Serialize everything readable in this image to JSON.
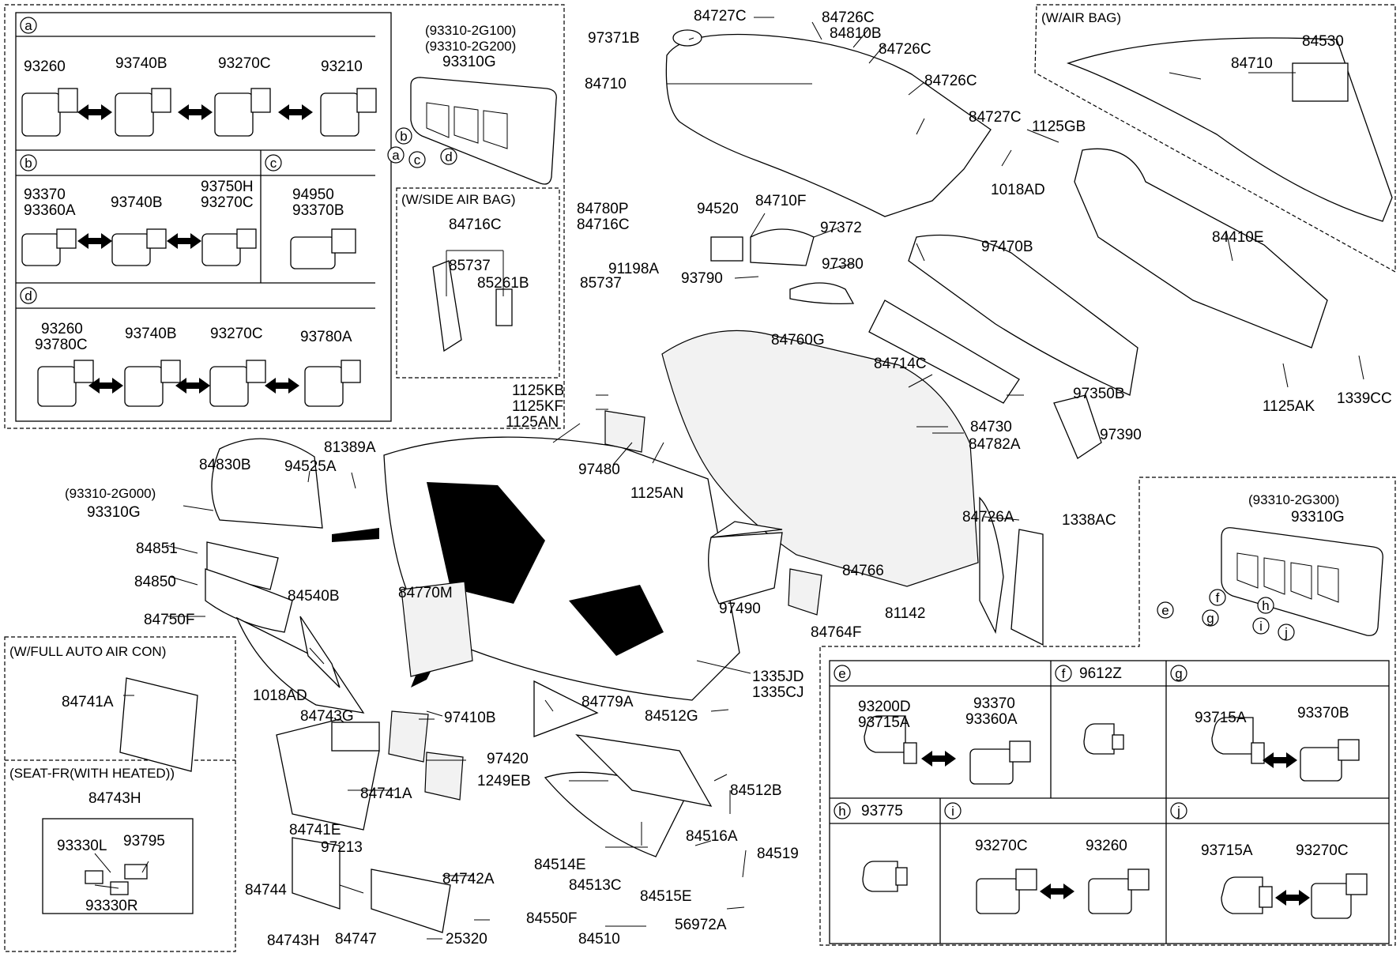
{
  "sections": {
    "a": "a",
    "b": "b",
    "c": "c",
    "d": "d",
    "e": "e",
    "f": "f",
    "g": "g",
    "h": "h",
    "i": "i",
    "j": "j",
    "side_airbag": "(W/SIDE AIR BAG)",
    "air_bag": "(W/AIR BAG)",
    "full_auto": "(W/FULL AUTO AIR CON)",
    "seat_heated": "(SEAT-FR(WITH HEATED))"
  },
  "callouts": [
    "a",
    "b",
    "c",
    "d",
    "e",
    "f",
    "g",
    "h",
    "i",
    "j"
  ],
  "labels": [
    "93260",
    "93740B",
    "93270C",
    "93210",
    "93370",
    "93360A",
    "93740B",
    "93750H",
    "93270C",
    "94950",
    "93370B",
    "93260",
    "93780C",
    "93740B",
    "93270C",
    "93780A",
    "(93310-2G100)",
    "(93310-2G200)",
    "93310G",
    "84716C",
    "85737",
    "85261B",
    "84780P",
    "84716C",
    "85737",
    "91198A",
    "97371B",
    "84710",
    "84727C",
    "84726C",
    "84810B",
    "84726C",
    "84726C",
    "84727C",
    "1125GB",
    "1018AD",
    "84530",
    "84710",
    "84410E",
    "1125AK",
    "1339CC",
    "94520",
    "84710F",
    "97372",
    "93790",
    "97380",
    "97470B",
    "97350B",
    "1125KB",
    "1125KF",
    "1125AN",
    "97480",
    "1125AN",
    "84760G",
    "84714C",
    "84730",
    "84782A",
    "97390",
    "81389A",
    "84830B",
    "94525A",
    "(93310-2G000)",
    "93310G",
    "84851",
    "84850",
    "84540B",
    "84750F",
    "84770M",
    "84726A",
    "1338AC",
    "84766",
    "97490",
    "84764F",
    "81142",
    "(93310-2G300)",
    "93310G",
    "84741A",
    "84743H",
    "93330L",
    "93795",
    "93330R",
    "1018AD",
    "84743G",
    "97410B",
    "84779A",
    "84512G",
    "1335JD",
    "1335CJ",
    "84741A",
    "97420",
    "1249EB",
    "84741E",
    "97213",
    "84742A",
    "84744",
    "84743H",
    "84747",
    "25320",
    "84514E",
    "84513C",
    "84510",
    "84550F",
    "84515E",
    "84516A",
    "84512B",
    "84519",
    "56972A",
    "93200D",
    "93715A",
    "93370",
    "93360A",
    "9612Z",
    "93715A",
    "93370B",
    "93775",
    "93270C",
    "93260",
    "93715A",
    "93270C"
  ]
}
